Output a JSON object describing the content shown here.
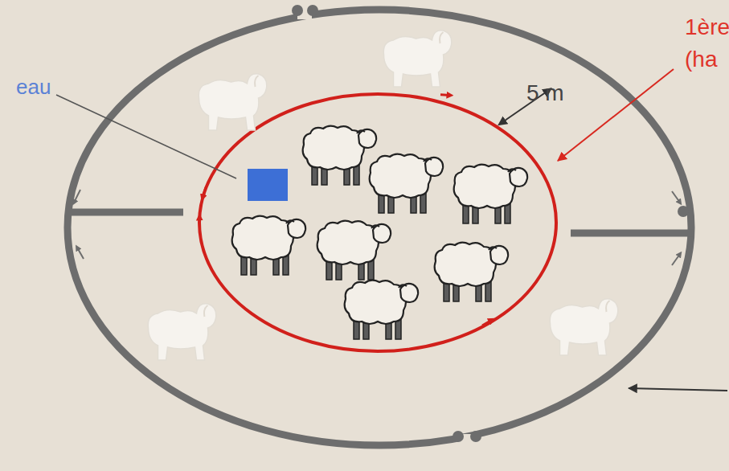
{
  "diagram": {
    "labels": [
      "eau",
      "5 m",
      "1ère",
      "(ha"
    ]
  }
}
